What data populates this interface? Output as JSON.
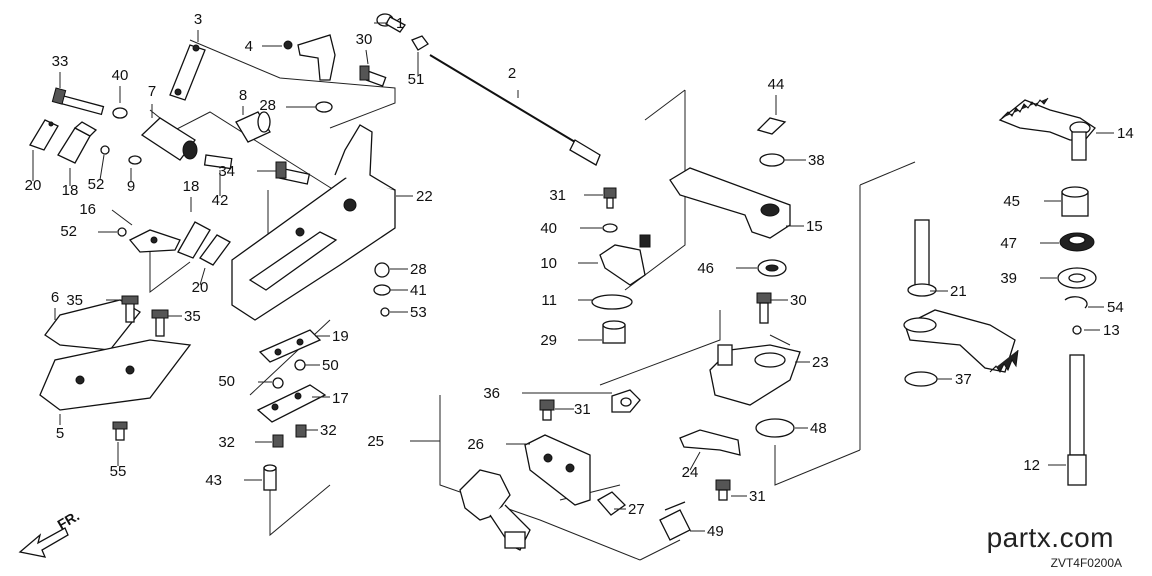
{
  "diagram": {
    "callouts": [
      {
        "id": "c1",
        "label": "1"
      },
      {
        "id": "c2",
        "label": "2"
      },
      {
        "id": "c3",
        "label": "3"
      },
      {
        "id": "c4",
        "label": "4"
      },
      {
        "id": "c5",
        "label": "5"
      },
      {
        "id": "c6",
        "label": "6"
      },
      {
        "id": "c7",
        "label": "7"
      },
      {
        "id": "c8",
        "label": "8"
      },
      {
        "id": "c9",
        "label": "9"
      },
      {
        "id": "c10",
        "label": "10"
      },
      {
        "id": "c11",
        "label": "11"
      },
      {
        "id": "c12",
        "label": "12"
      },
      {
        "id": "c13",
        "label": "13"
      },
      {
        "id": "c14",
        "label": "14"
      },
      {
        "id": "c15",
        "label": "15"
      },
      {
        "id": "c16",
        "label": "16"
      },
      {
        "id": "c17",
        "label": "17"
      },
      {
        "id": "c18a",
        "label": "18"
      },
      {
        "id": "c18b",
        "label": "18"
      },
      {
        "id": "c19",
        "label": "19"
      },
      {
        "id": "c20a",
        "label": "20"
      },
      {
        "id": "c20b",
        "label": "20"
      },
      {
        "id": "c21",
        "label": "21"
      },
      {
        "id": "c22",
        "label": "22"
      },
      {
        "id": "c23",
        "label": "23"
      },
      {
        "id": "c24",
        "label": "24"
      },
      {
        "id": "c25",
        "label": "25"
      },
      {
        "id": "c26",
        "label": "26"
      },
      {
        "id": "c27",
        "label": "27"
      },
      {
        "id": "c28a",
        "label": "28"
      },
      {
        "id": "c28b",
        "label": "28"
      },
      {
        "id": "c29",
        "label": "29"
      },
      {
        "id": "c30a",
        "label": "30"
      },
      {
        "id": "c30b",
        "label": "30"
      },
      {
        "id": "c31a",
        "label": "31"
      },
      {
        "id": "c31b",
        "label": "31"
      },
      {
        "id": "c31c",
        "label": "31"
      },
      {
        "id": "c32a",
        "label": "32"
      },
      {
        "id": "c32b",
        "label": "32"
      },
      {
        "id": "c33",
        "label": "33"
      },
      {
        "id": "c34",
        "label": "34"
      },
      {
        "id": "c35a",
        "label": "35"
      },
      {
        "id": "c35b",
        "label": "35"
      },
      {
        "id": "c36",
        "label": "36"
      },
      {
        "id": "c37",
        "label": "37"
      },
      {
        "id": "c38",
        "label": "38"
      },
      {
        "id": "c39",
        "label": "39"
      },
      {
        "id": "c40a",
        "label": "40"
      },
      {
        "id": "c40b",
        "label": "40"
      },
      {
        "id": "c41",
        "label": "41"
      },
      {
        "id": "c42",
        "label": "42"
      },
      {
        "id": "c43",
        "label": "43"
      },
      {
        "id": "c44",
        "label": "44"
      },
      {
        "id": "c45",
        "label": "45"
      },
      {
        "id": "c46",
        "label": "46"
      },
      {
        "id": "c47",
        "label": "47"
      },
      {
        "id": "c48",
        "label": "48"
      },
      {
        "id": "c49",
        "label": "49"
      },
      {
        "id": "c50a",
        "label": "50"
      },
      {
        "id": "c50b",
        "label": "50"
      },
      {
        "id": "c51",
        "label": "51"
      },
      {
        "id": "c52a",
        "label": "52"
      },
      {
        "id": "c52b",
        "label": "52"
      },
      {
        "id": "c53",
        "label": "53"
      },
      {
        "id": "c54",
        "label": "54"
      },
      {
        "id": "c55",
        "label": "55"
      }
    ],
    "direction_label": "FR.",
    "site": "partx.com",
    "code": "ZVT4F0200A"
  }
}
